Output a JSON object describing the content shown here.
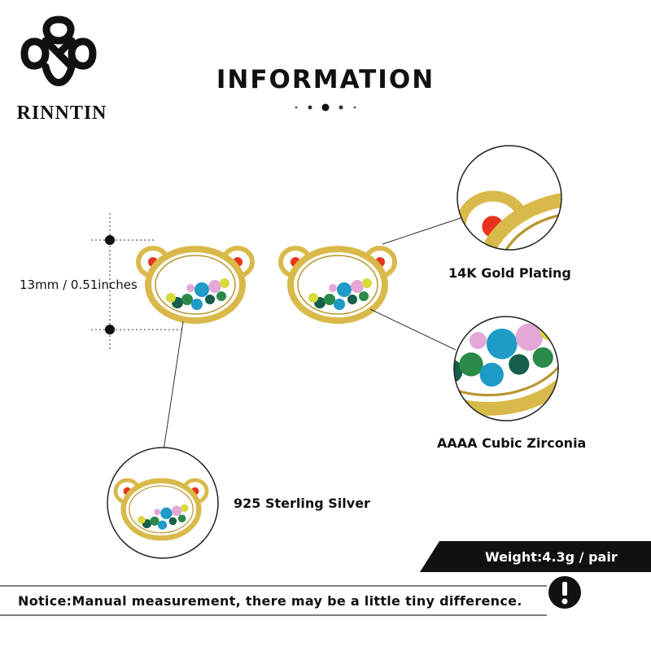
{
  "brand": {
    "name": "RINNTIN",
    "logo_icon": "clover-knot-logo-icon"
  },
  "header": {
    "title": "INFORMATION"
  },
  "dimensions": {
    "size_label": "13mm / 0.51inches"
  },
  "features": {
    "gold_label": "14K Gold Plating",
    "zirconia_label": "AAAA Cubic Zirconia",
    "silver_label": "925 Sterling Silver"
  },
  "weight": {
    "label": "Weight:4.3g / pair"
  },
  "notice": {
    "text": "Notice:Manual measurement, there may be a little tiny difference.",
    "icon": "exclamation-icon"
  },
  "colors": {
    "gold": "#d9b94a",
    "gold_dark": "#b8962e",
    "text": "#111111",
    "stones": [
      "#e8341c",
      "#1f9bc7",
      "#2a8a4a",
      "#d8d93a",
      "#e4a8d8",
      "#155f4c"
    ]
  }
}
